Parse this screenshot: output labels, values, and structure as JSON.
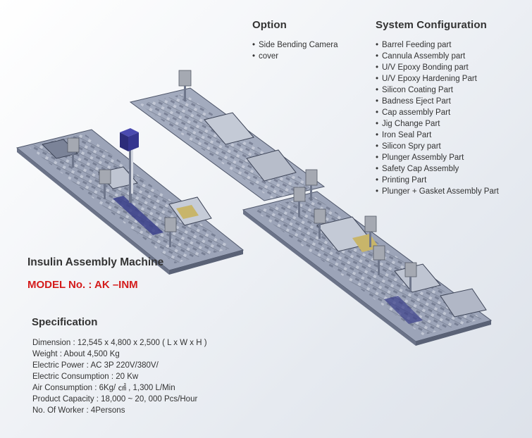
{
  "option": {
    "title": "Option",
    "items": [
      "Side Bending Camera",
      "cover"
    ]
  },
  "system": {
    "title": "System Configuration",
    "items": [
      "Barrel Feeding part",
      "Cannula Assembly part",
      "U/V Epoxy Bonding part",
      "U/V Epoxy Hardening Part",
      "Silicon Coating Part",
      "Badness Eject Part",
      "Cap assembly Part",
      "Jig Change Part",
      "Iron Seal Part",
      "Silicon Spry part",
      "Plunger Assembly Part",
      "Safety Cap Assembly",
      "Printing Part",
      "Plunger + Gasket Assembly Part"
    ]
  },
  "product": {
    "name": "Insulin Assembly Machine",
    "model": "MODEL No. : AK –INM"
  },
  "spec": {
    "title": "Specification",
    "items": [
      "Dimension : 12,545 x 4,800 x 2,500 ( L x W x H )",
      "Weight : About 4,500 Kg",
      "Electric Power : AC 3P 220V/380V/",
      "Electric Consumption : 20 Kw",
      "Air Consumption : 6Kg/ ㎠ , 1,300 L/Min",
      "Product Capacity : 18,000 ~ 20, 000 Pcs/Hour",
      "No. Of Worker : 4Persons"
    ]
  },
  "colors": {
    "model_text": "#d41b1b",
    "machine_base": "#8a93a8",
    "camera_box": "#35358f"
  }
}
